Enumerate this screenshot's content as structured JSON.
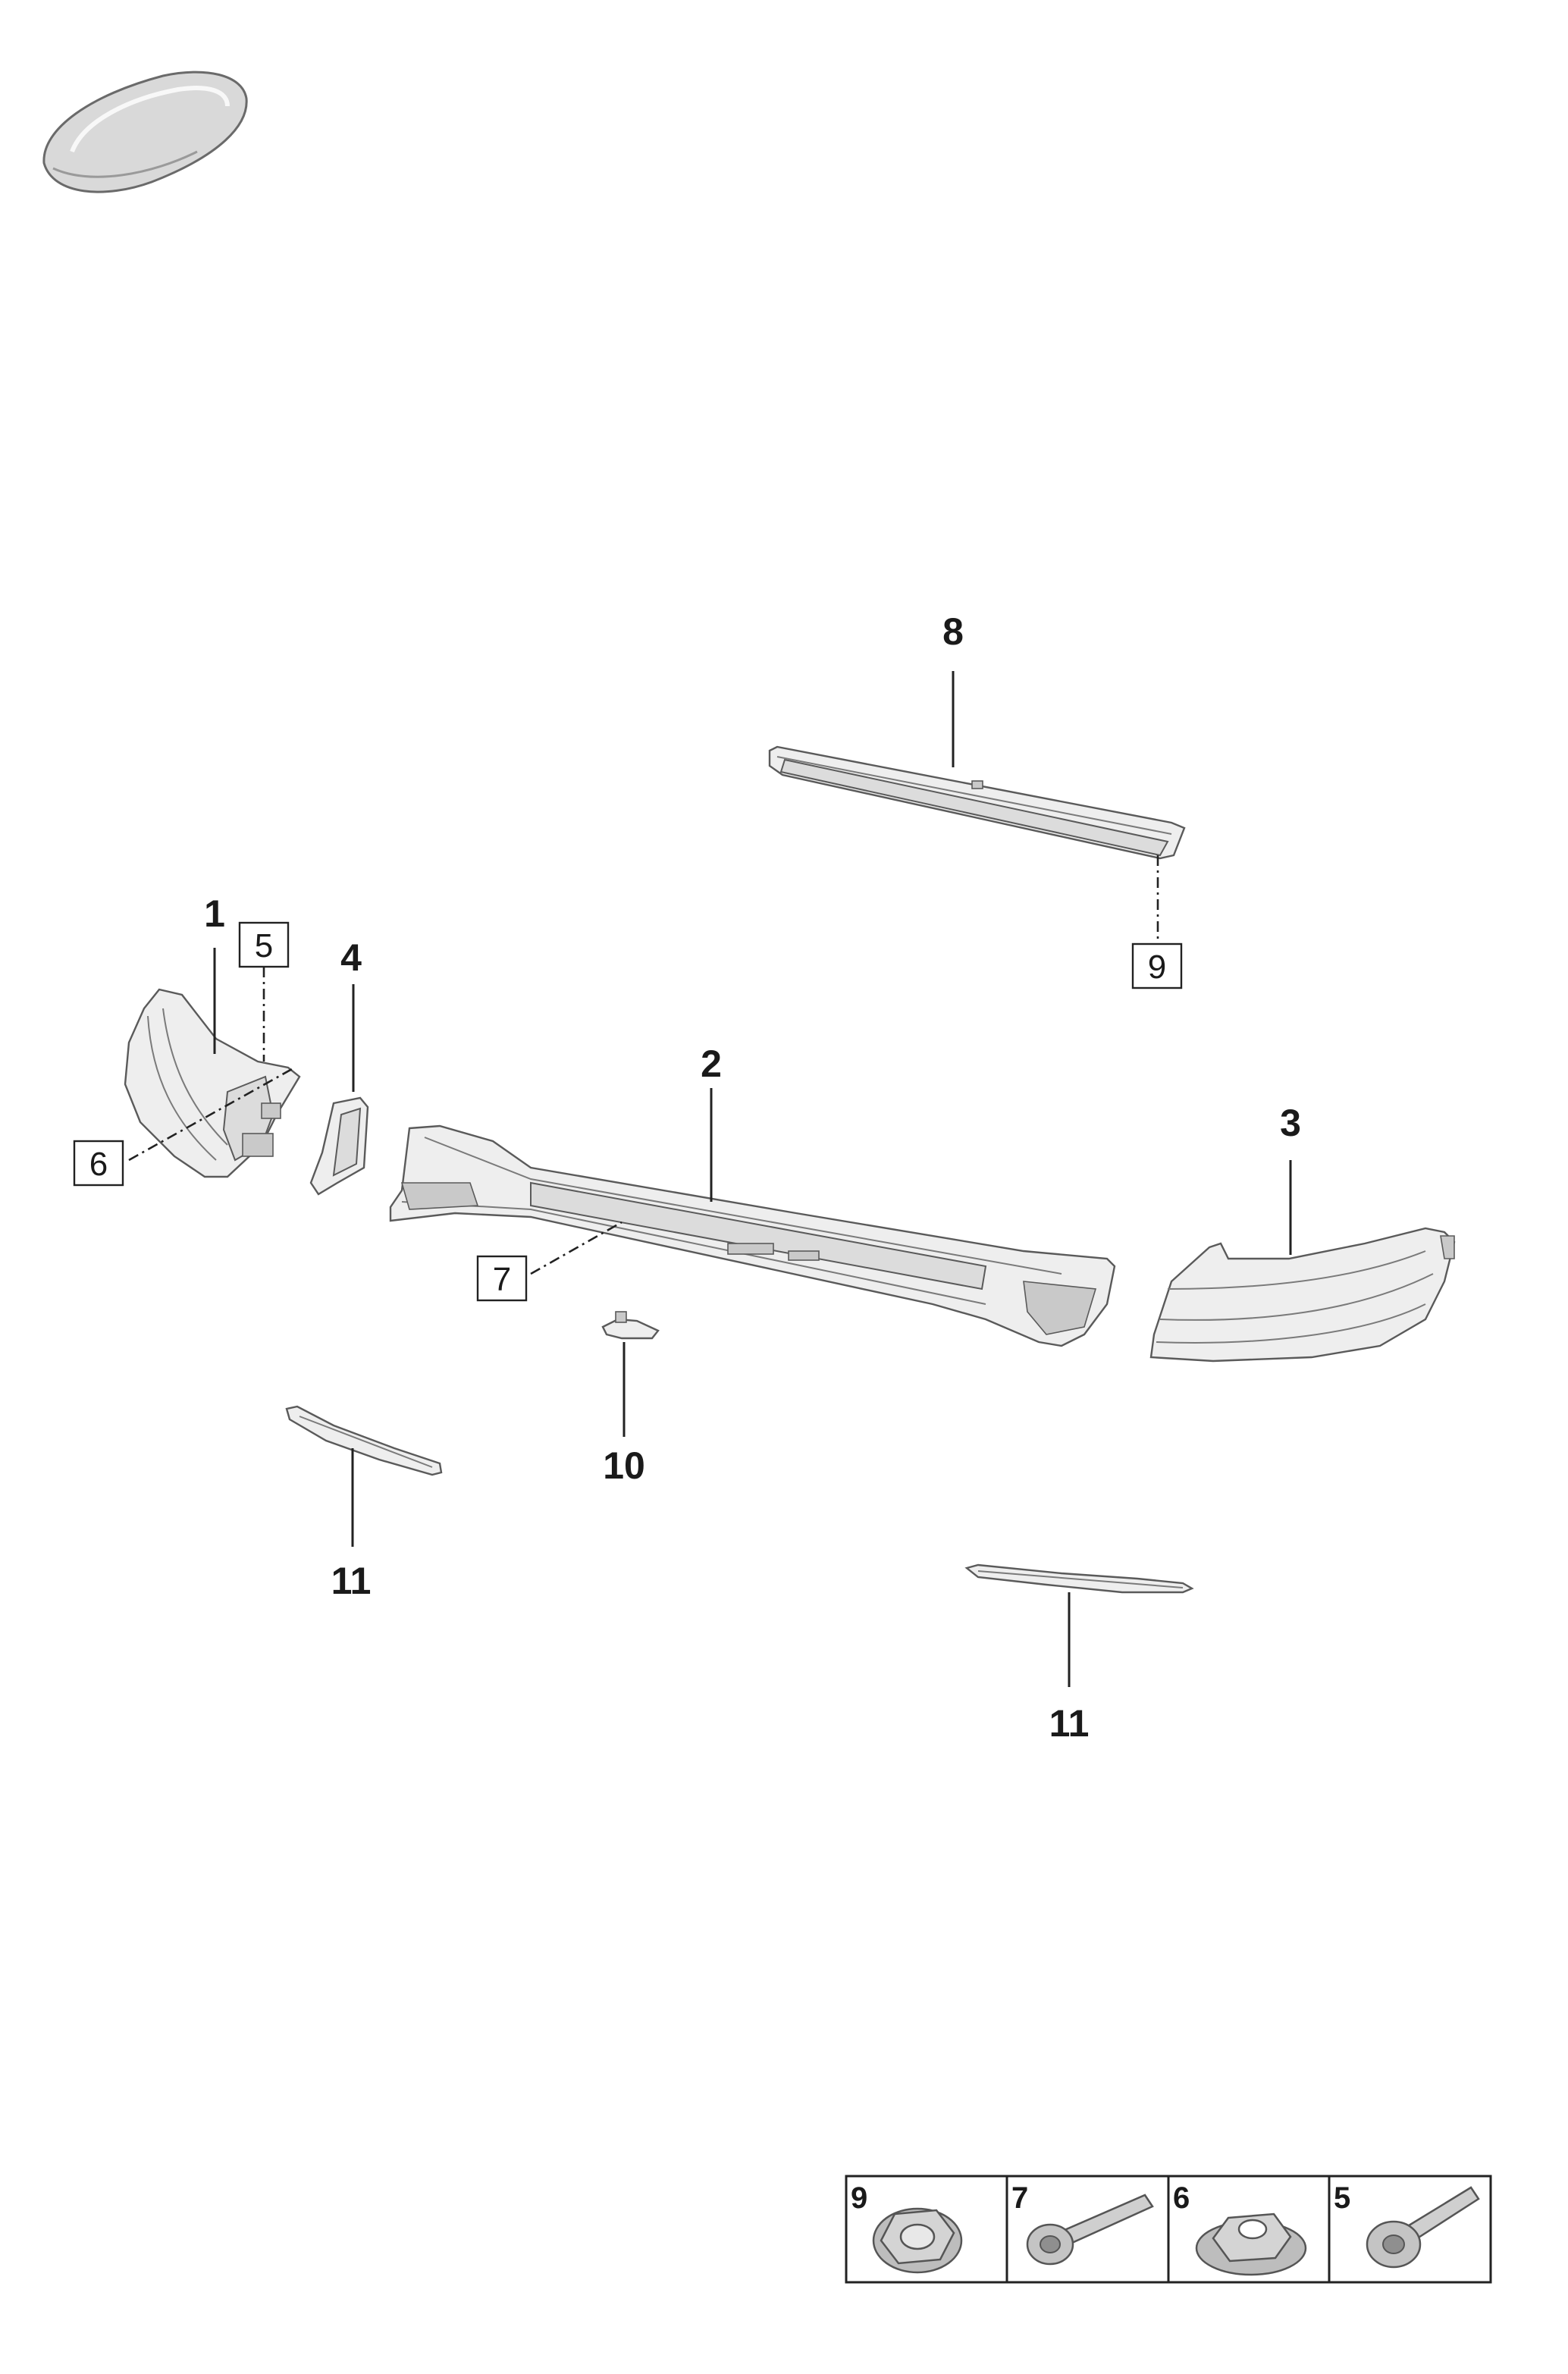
{
  "callouts": {
    "c1": "1",
    "c2": "2",
    "c3": "3",
    "c4": "4",
    "c5": "5",
    "c6": "6",
    "c7": "7",
    "c8": "8",
    "c9": "9",
    "c10": "10",
    "c11a": "11",
    "c11b": "11"
  },
  "hardware_table": [
    {
      "number": "9",
      "icon": "hex-nut-flanged-icon"
    },
    {
      "number": "7",
      "icon": "bolt-long-icon"
    },
    {
      "number": "6",
      "icon": "hex-nut-large-flange-icon"
    },
    {
      "number": "5",
      "icon": "bolt-short-icon"
    }
  ],
  "colors": {
    "line": "#222222",
    "part_fill": "#eeeeee",
    "part_shade": "#c9c9c9"
  }
}
